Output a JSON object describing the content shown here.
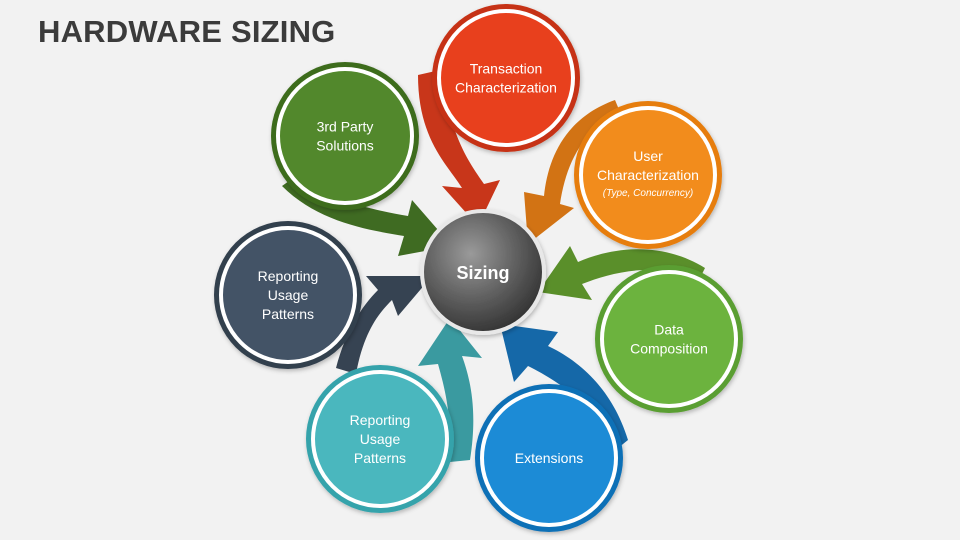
{
  "title": "HARDWARE SIZING",
  "center": {
    "label": "Sizing"
  },
  "nodes": [
    {
      "id": "transaction",
      "lines": [
        "Transaction",
        "Characterization"
      ],
      "sub": "",
      "color": "#e8401d",
      "ring": "#c63113",
      "arrow": "#c8361a"
    },
    {
      "id": "user",
      "lines": [
        "User",
        "Characterization"
      ],
      "sub": "(Type, Concurrency)",
      "color": "#f28c1c",
      "ring": "#e67d10",
      "arrow": "#d27314"
    },
    {
      "id": "data",
      "lines": [
        "Data",
        "Composition"
      ],
      "sub": "",
      "color": "#6cb33e",
      "ring": "#5a9e31",
      "arrow": "#5a8f2a"
    },
    {
      "id": "extensions",
      "lines": [
        "Extensions"
      ],
      "sub": "",
      "color": "#1c8bd6",
      "ring": "#1070b6",
      "arrow": "#1568a8"
    },
    {
      "id": "reporting-teal",
      "lines": [
        "Reporting",
        "Usage",
        "Patterns"
      ],
      "sub": "",
      "color": "#4ab7be",
      "ring": "#35a3ab",
      "arrow": "#3a9aa0"
    },
    {
      "id": "reporting-slate",
      "lines": [
        "Reporting",
        "Usage",
        "Patterns"
      ],
      "sub": "",
      "color": "#435366",
      "ring": "#333f4d",
      "arrow": "#364352"
    },
    {
      "id": "third-party",
      "lines": [
        "3rd Party",
        "Solutions"
      ],
      "sub": "",
      "color": "#52882c",
      "ring": "#3e6c1e",
      "arrow": "#3f6b22"
    }
  ]
}
